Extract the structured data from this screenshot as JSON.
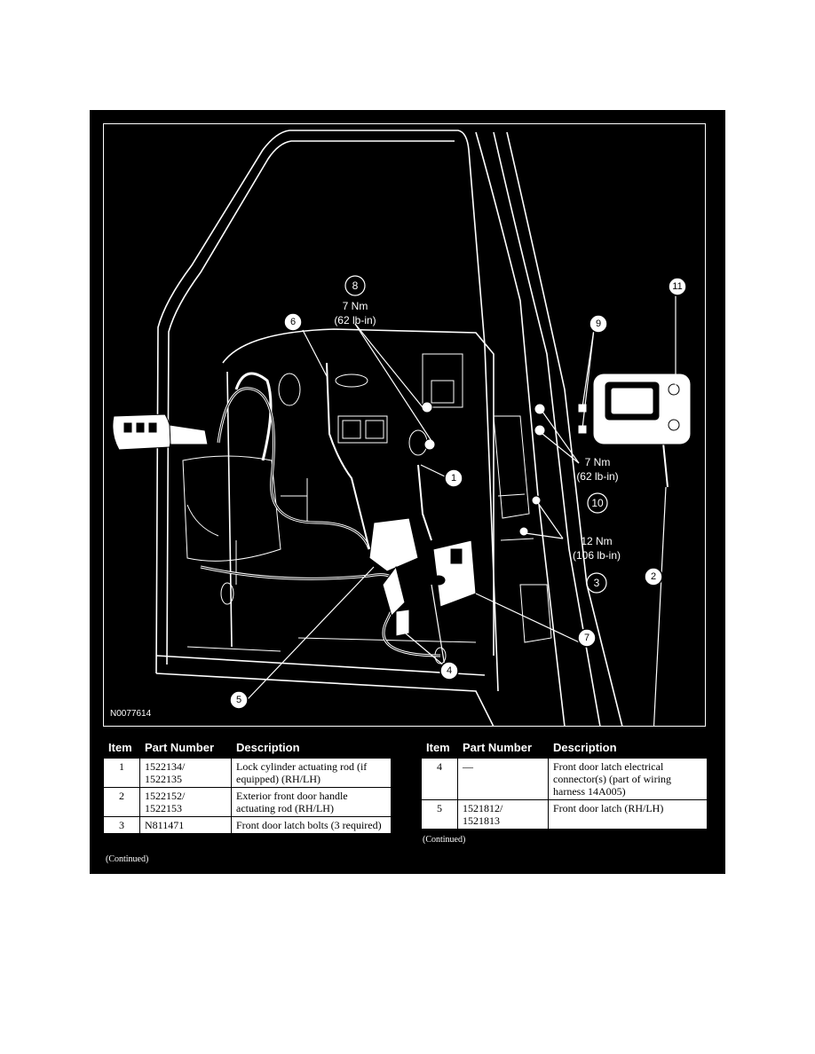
{
  "diagram": {
    "figure_code": "N0077614",
    "callouts": [
      {
        "num": "1"
      },
      {
        "num": "2"
      },
      {
        "num": "3"
      },
      {
        "num": "4"
      },
      {
        "num": "5"
      },
      {
        "num": "6"
      },
      {
        "num": "7"
      },
      {
        "num": "8"
      },
      {
        "num": "9"
      },
      {
        "num": "10"
      },
      {
        "num": "11"
      }
    ],
    "torque_8": {
      "nm": "7 Nm",
      "lbin": "(62 lb-in)"
    },
    "torque_10": {
      "nm": "7 Nm",
      "lbin": "(62 lb-in)"
    },
    "torque_3": {
      "nm": "12 Nm",
      "lbin": "(106 lb-in)"
    }
  },
  "tables": {
    "headers": {
      "item": "Item",
      "part_number": "Part Number",
      "description": "Description"
    },
    "left": [
      {
        "item": "1",
        "part": "1522134/\n1522135",
        "desc": "Lock cylinder actuating rod (if equipped) (RH/LH)"
      },
      {
        "item": "2",
        "part": "1522152/\n1522153",
        "desc": "Exterior front door handle actuating rod (RH/LH)"
      },
      {
        "item": "3",
        "part": "N811471",
        "desc": "Front door latch bolts (3 required)"
      }
    ],
    "right": [
      {
        "item": "4",
        "part": "—",
        "desc": "Front door latch electrical connector(s) (part of wiring harness 14A005)"
      },
      {
        "item": "5",
        "part": "1521812/\n1521813",
        "desc": "Front door latch (RH/LH)"
      }
    ],
    "continued_left": "(Continued)",
    "continued_right": "(Continued)"
  }
}
